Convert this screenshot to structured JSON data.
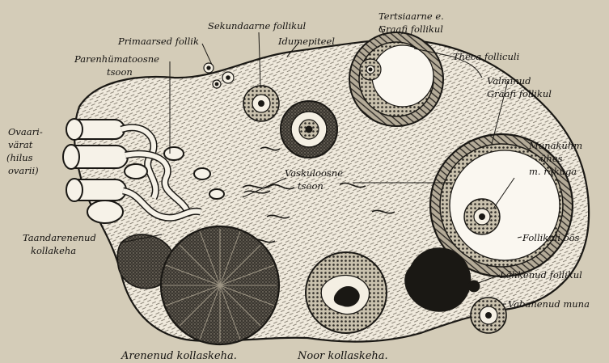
{
  "background_color": "#d4ccb8",
  "ink_color": "#1a1814",
  "labels": {
    "primaarsed_follikulid": "Primaarsed follik",
    "sekundaarne_follikul": "Sekundaarne follikul",
    "idumepiteel": "Idumepiteel",
    "tertsiaarne_1": "Tertsiaarne e.",
    "tertsiaarne_2": "Graafi follikul",
    "parenhumatoosne_1": "Parenhümatoosne",
    "parenhumatoosne_2": "tsoon",
    "theca": "Theca folliculi",
    "valminud_1": "Valminud",
    "valminud_2": "Graafi follikul",
    "ovaari_1": "Ovaari-",
    "ovaari_2": "värat",
    "ovaari_3": "(hilus",
    "ovarii": "ovarii)",
    "munakuhm_1": "Munakühm",
    "munakuhm_2": "ühes",
    "munakuhm_3": "m. rakuga",
    "vaskuloosne_1": "Vaskuloosne",
    "vaskuloosne_2": "tsoon",
    "taandarenenud_1": "Taandarenenud",
    "taandarenenud_2": "kollakeha",
    "folliikuli_oos": "Follikuli õõs",
    "lohkenud": "Lõhkenud follikul",
    "vabanenud": "Vabanenud muna",
    "arenenud": "Arenenud kollaskeha.",
    "noor": "Noor kollaskeha."
  }
}
